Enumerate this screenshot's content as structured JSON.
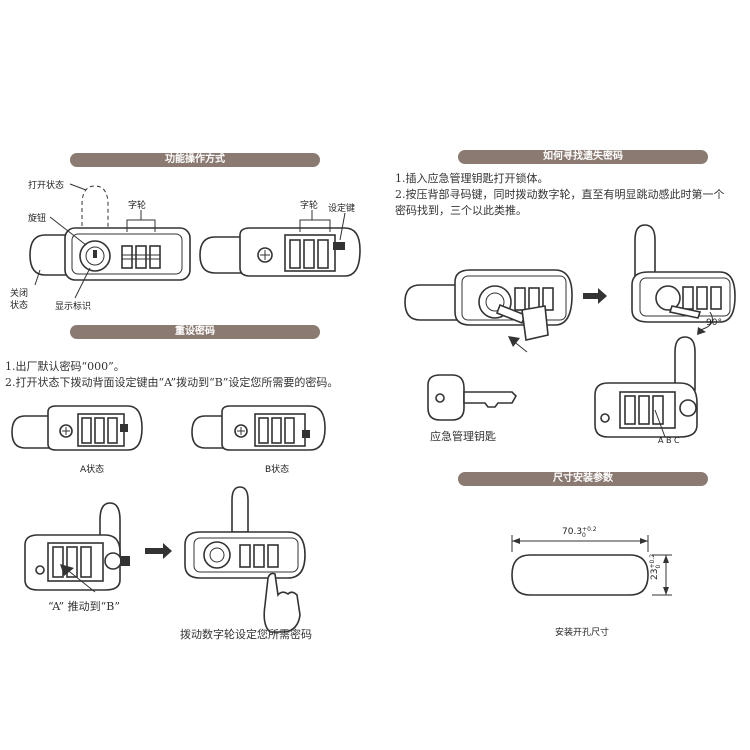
{
  "sections": {
    "function": {
      "title": "功能操作方式"
    },
    "reset": {
      "title": "重设密码"
    },
    "lost": {
      "title": "如何寻找遗失密码"
    },
    "size": {
      "title": "尺寸安装参数"
    }
  },
  "function_labels": {
    "open_state": "打开状态",
    "knob": "旋钮",
    "digit_wheel_left": "字轮",
    "digit_wheel_right": "字轮",
    "set_key": "设定键",
    "closed_state_l1": "关闭",
    "closed_state_l2": "状态",
    "indicator": "显示标识"
  },
  "reset": {
    "steps": [
      "1.出厂默认密码“000”。",
      "2.打开状态下拨动背面设定键由“A”拨动到“B”设定您所需要的密码。"
    ],
    "state_a": "A状态",
    "state_b": "B状态",
    "toggle_caption": "“A” 推动到“B”",
    "dial_caption": "拨动数字轮设定您所需密码"
  },
  "lost": {
    "steps": [
      "1.插入应急管理钥匙打开锁体。",
      "2.按压背部寻码键，同时拨动数字轮，直至有明显跳动感此时第一个",
      "密码找到，三个以此类推。"
    ],
    "key_label": "应急管理钥匙",
    "angle": "90°",
    "abc": "A B C"
  },
  "size": {
    "width": "70.3",
    "width_tol_top": "+0.2",
    "width_tol_bottom": "0",
    "height": "23",
    "height_tol_top": "+0.2",
    "height_tol_bottom": "0",
    "caption": "安装开孔尺寸"
  }
}
